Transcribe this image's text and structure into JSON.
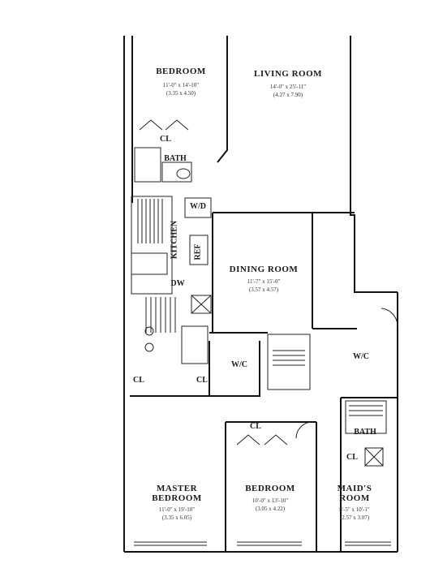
{
  "rooms": {
    "bedroom_top": {
      "name": "BEDROOM",
      "dim_ft": "11'-0\" x 14'-10\"",
      "dim_m": "(3.35 x 4.50)"
    },
    "living_room": {
      "name": "LIVING ROOM",
      "dim_ft": "14'-0\" x 25'-11\"",
      "dim_m": "(4.27 x 7.90)"
    },
    "dining_room": {
      "name": "DINING ROOM",
      "dim_ft": "11'-7\" x 15'-0\"",
      "dim_m": "(3.57 x 4.57)"
    },
    "master_bedroom": {
      "name_line1": "MASTER",
      "name_line2": "BEDROOM",
      "dim_ft": "11'-0\" x 19'-10\"",
      "dim_m": "(3.35 x 6.05)"
    },
    "bedroom_bottom": {
      "name": "BEDROOM",
      "dim_ft": "10'-0\" x 13'-10\"",
      "dim_m": "(3.05 x 4.22)"
    },
    "maids_room": {
      "name_line1": "MAID'S",
      "name_line2": "ROOM",
      "dim_ft": "8'-5\" x 10'-1\"",
      "dim_m": "(2.57 x 3.07)"
    }
  },
  "fixtures": {
    "cl_top": "CL",
    "bath_top": "BATH",
    "wd": "W/D",
    "kitchen": "KITCHEN",
    "ref": "REF",
    "dw": "DW",
    "wc_left": "W/C",
    "wc_right": "W/C",
    "cl_hall_a": "CL",
    "cl_hall_b": "CL",
    "cl_bedroom": "CL",
    "bath_maid": "BATH",
    "cl_maid": "CL"
  }
}
